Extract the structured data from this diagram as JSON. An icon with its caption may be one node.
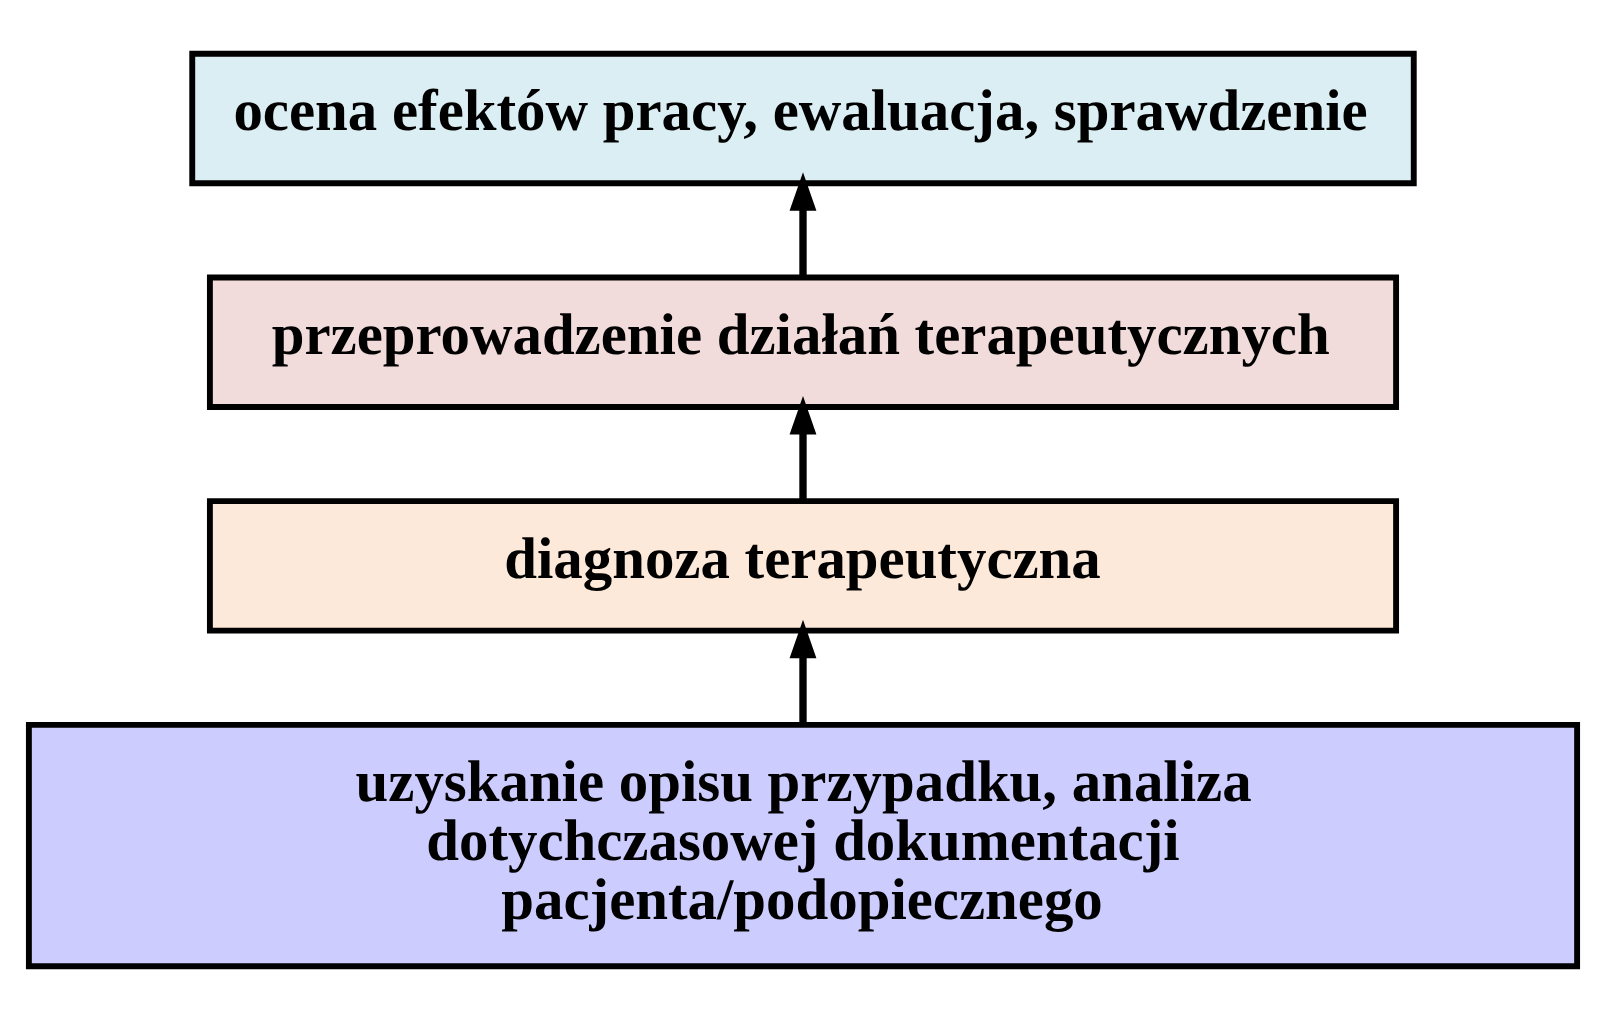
{
  "diagram": {
    "nodes": [
      {
        "text": [
          "ocena efektów pracy, ewaluacja, sprawdzenie"
        ]
      },
      {
        "text": [
          "przeprowadzenie działań terapeutycznych"
        ]
      },
      {
        "text": [
          "diagnoza terapeutyczna"
        ]
      },
      {
        "text": [
          "uzyskanie opisu przypadku, analiza dotychczasowej dokumentacji pacjenta/podopiecznego"
        ]
      }
    ],
    "edges": [
      {
        "from": 3,
        "to": 2,
        "arrow": "to"
      },
      {
        "from": 2,
        "to": 1,
        "arrow": "to"
      },
      {
        "from": 1,
        "to": 0,
        "arrow": "to"
      }
    ]
  }
}
